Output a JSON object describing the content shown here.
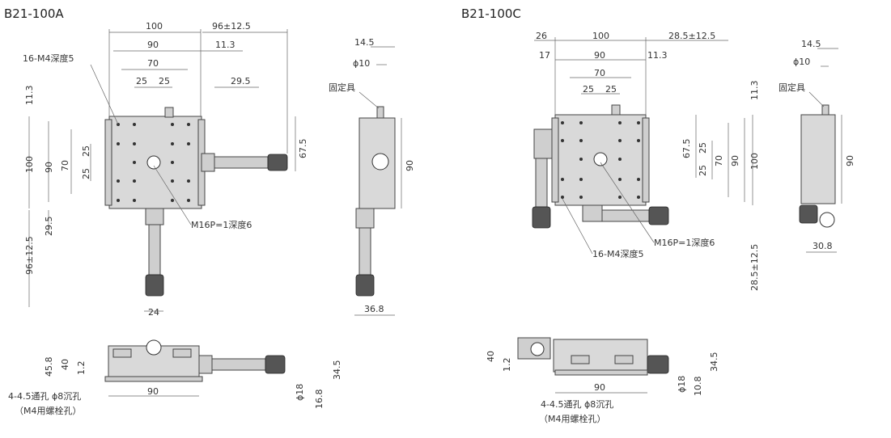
{
  "left": {
    "title": "B21-100A",
    "top_dims": [
      "100",
      "96±12.5",
      "90",
      "11.3",
      "70",
      "25",
      "25",
      "29.5"
    ],
    "left_dims": [
      "11.3",
      "100",
      "90",
      "70",
      "25",
      "25",
      "29.5",
      "96±12.5"
    ],
    "right_dims": [
      "67.5"
    ],
    "labels": {
      "holes": "16-M4深度5",
      "center": "M16P=1深度6"
    },
    "bottom_dim": "24",
    "side": {
      "dims": [
        "14.5",
        "ϕ10",
        "90",
        "36.8"
      ],
      "fix_label": "固定具"
    },
    "front": {
      "dims": [
        "45.8",
        "40",
        "1.2",
        "90",
        "34.5",
        "ϕ18",
        "16.8"
      ],
      "mount": "4-4.5通孔 ϕ8沉孔",
      "mount2": "（M4用螺栓孔）"
    }
  },
  "right": {
    "title": "B21-100C",
    "top_dims": [
      "26",
      "100",
      "28.5±12.5",
      "17",
      "90",
      "11.3",
      "70",
      "25",
      "25"
    ],
    "right_dims": [
      "11.3",
      "67.5",
      "25",
      "25",
      "70",
      "90",
      "100",
      "28.5±12.5"
    ],
    "labels": {
      "center": "M16P=1深度6",
      "holes": "16-M4深度5"
    },
    "side": {
      "dims": [
        "14.5",
        "ϕ10",
        "90",
        "30.8"
      ],
      "fix_label": "固定具"
    },
    "front": {
      "dims": [
        "40",
        "1.2",
        "90",
        "34.5",
        "ϕ18",
        "10.8"
      ],
      "mount": "4-4.5通孔 ϕ8沉孔",
      "mount2": "（M4用螺栓孔）"
    }
  }
}
